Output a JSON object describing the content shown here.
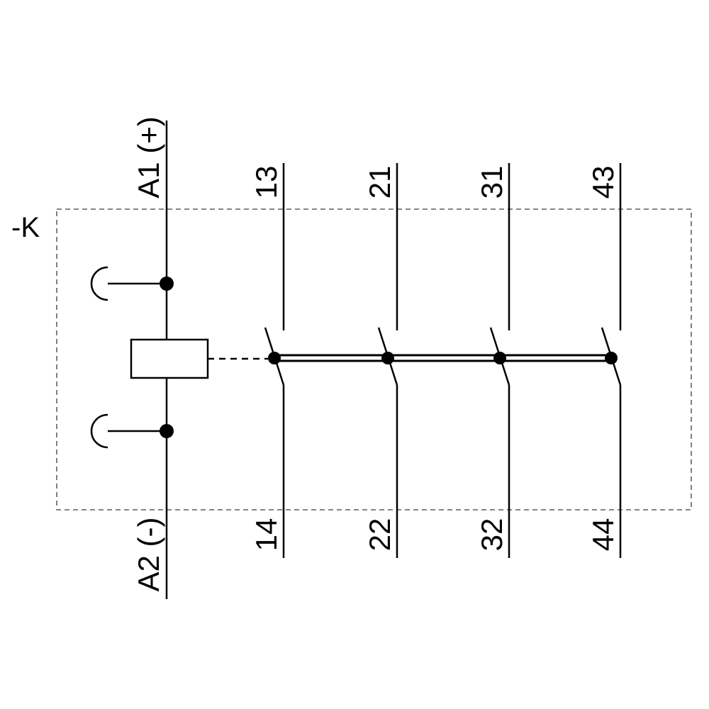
{
  "schematic": {
    "device_label": "-K",
    "coil": {
      "top_terminal_label": "A1 (+)",
      "bottom_terminal_label": "A2 (-)"
    },
    "contacts": [
      {
        "top_label": "13",
        "bottom_label": "14"
      },
      {
        "top_label": "21",
        "bottom_label": "22"
      },
      {
        "top_label": "31",
        "bottom_label": "32"
      },
      {
        "top_label": "43",
        "bottom_label": "44"
      }
    ],
    "colors": {
      "line": "#000000",
      "boundary": "#5f5f5f",
      "background": "#ffffff"
    }
  }
}
